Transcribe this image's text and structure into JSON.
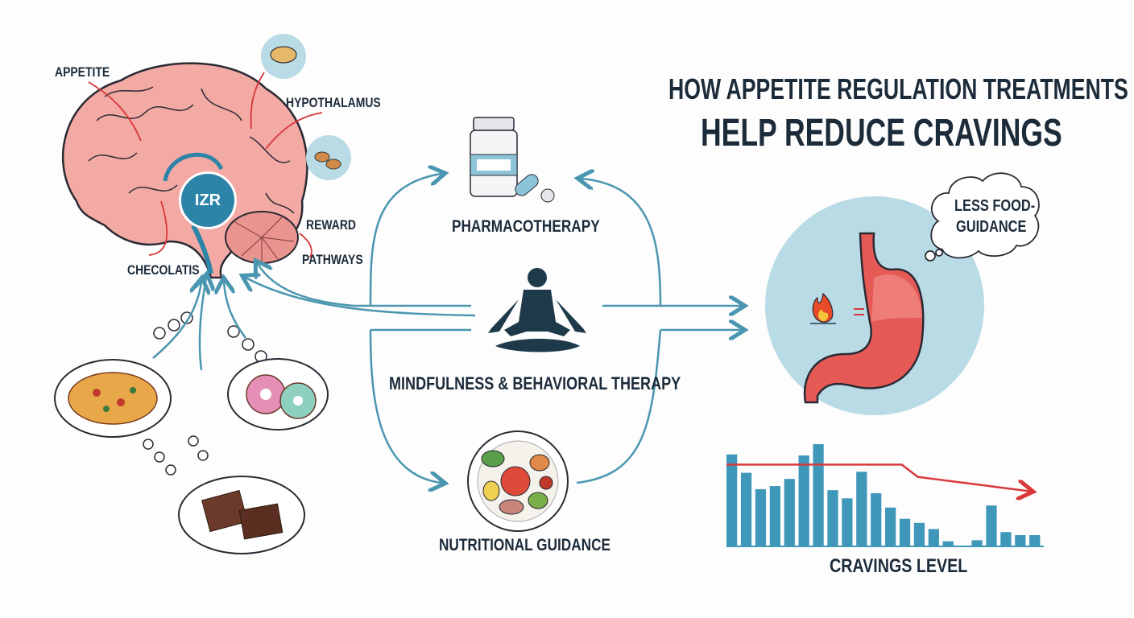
{
  "title": {
    "line1": "HOW APPETITE REGULATION TREATMENTS",
    "line2": "HELP REDUCE CRAVINGS"
  },
  "brain": {
    "labels": {
      "appetite": "APPETITE",
      "hypothalamus": "HYPOTHALAMUS",
      "reward": "REWARD",
      "pathways": "PATHWAYS",
      "chocolates": "CHECOLATIS"
    },
    "center_badge": "IZR"
  },
  "treatments": {
    "pharmacotherapy": "PHARMACOTHERAPY",
    "mindfulness": "MINDFULNESS & BEHAVIORAL THERAPY",
    "nutrition": "NUTRITIONAL GUIDANCE"
  },
  "outcome": {
    "thought_line1": "LESS FOOD-",
    "thought_line2": "GUIDANCE"
  },
  "chart_data": {
    "type": "bar",
    "title": "",
    "xlabel": "CRAVINGS LEVEL",
    "ylabel": "",
    "values": [
      90,
      72,
      56,
      59,
      66,
      89,
      100,
      55,
      47,
      73,
      52,
      38,
      27,
      23,
      17,
      5,
      0,
      6,
      40,
      14,
      11,
      11
    ],
    "ylim": [
      0,
      100
    ],
    "trend_line": [
      80,
      80,
      80,
      80,
      80,
      80,
      80,
      80,
      80,
      80,
      80,
      80,
      68,
      66,
      64,
      62,
      60,
      58,
      56,
      54
    ],
    "grid": false
  },
  "colors": {
    "teal": "#4a96b0",
    "bar": "#3f97ba",
    "trend": "#d9383a",
    "brain": "#f3a9a4",
    "stomach": "#e65a55",
    "circle": "#b9dbe6",
    "text": "#1c2b3a"
  }
}
